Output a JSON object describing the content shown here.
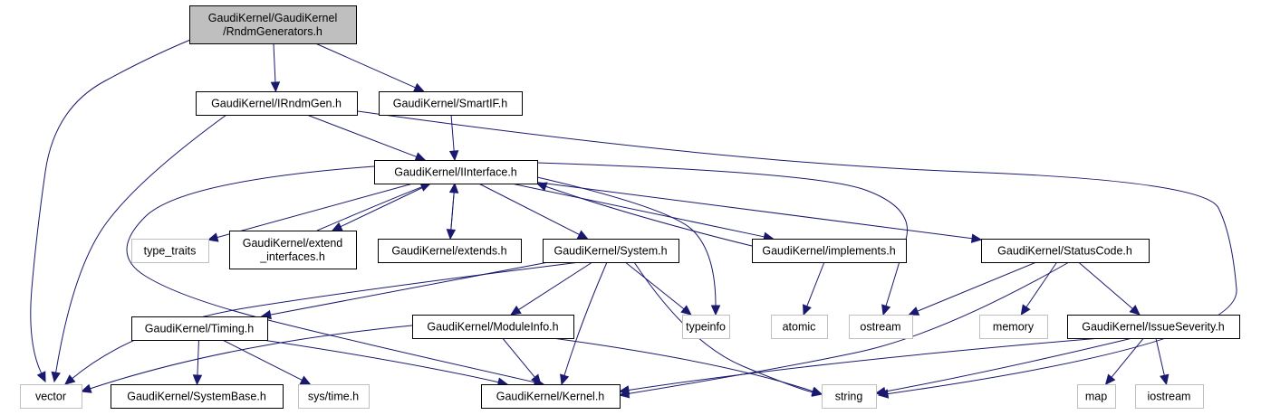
{
  "title": "Include dependency graph for GaudiKernel/GaudiKernel/RndmGenerators.h",
  "colors": {
    "edge": "#191970",
    "root_fill": "#bfbfbf",
    "local_border": "#000000",
    "system_border": "#bfbfbf"
  },
  "nodes": [
    {
      "id": "rndm",
      "kind": "root",
      "lines": [
        "GaudiKernel/GaudiKernel",
        "/RndmGenerators.h"
      ]
    },
    {
      "id": "irndmgen",
      "kind": "local",
      "lines": [
        "GaudiKernel/IRndmGen.h"
      ]
    },
    {
      "id": "smartif",
      "kind": "local",
      "lines": [
        "GaudiKernel/SmartIF.h"
      ]
    },
    {
      "id": "iinterface",
      "kind": "local",
      "lines": [
        "GaudiKernel/IInterface.h"
      ]
    },
    {
      "id": "type_traits",
      "kind": "system",
      "lines": [
        "type_traits"
      ]
    },
    {
      "id": "extend_interfaces",
      "kind": "local",
      "lines": [
        "GaudiKernel/extend",
        "_interfaces.h"
      ]
    },
    {
      "id": "extends",
      "kind": "local",
      "lines": [
        "GaudiKernel/extends.h"
      ]
    },
    {
      "id": "system",
      "kind": "local",
      "lines": [
        "GaudiKernel/System.h"
      ]
    },
    {
      "id": "implements",
      "kind": "local",
      "lines": [
        "GaudiKernel/implements.h"
      ]
    },
    {
      "id": "statuscode",
      "kind": "local",
      "lines": [
        "GaudiKernel/StatusCode.h"
      ]
    },
    {
      "id": "timing",
      "kind": "local",
      "lines": [
        "GaudiKernel/Timing.h"
      ]
    },
    {
      "id": "moduleinfo",
      "kind": "local",
      "lines": [
        "GaudiKernel/ModuleInfo.h"
      ]
    },
    {
      "id": "typeinfo",
      "kind": "system",
      "lines": [
        "typeinfo"
      ]
    },
    {
      "id": "atomic",
      "kind": "system",
      "lines": [
        "atomic"
      ]
    },
    {
      "id": "ostream",
      "kind": "system",
      "lines": [
        "ostream"
      ]
    },
    {
      "id": "memory",
      "kind": "system",
      "lines": [
        "memory"
      ]
    },
    {
      "id": "issueseverity",
      "kind": "local",
      "lines": [
        "GaudiKernel/IssueSeverity.h"
      ]
    },
    {
      "id": "vector",
      "kind": "system",
      "lines": [
        "vector"
      ]
    },
    {
      "id": "systembase",
      "kind": "local",
      "lines": [
        "GaudiKernel/SystemBase.h"
      ]
    },
    {
      "id": "systime",
      "kind": "system",
      "lines": [
        "sys/time.h"
      ]
    },
    {
      "id": "kernel",
      "kind": "local",
      "lines": [
        "GaudiKernel/Kernel.h"
      ]
    },
    {
      "id": "string",
      "kind": "system",
      "lines": [
        "string"
      ]
    },
    {
      "id": "map",
      "kind": "system",
      "lines": [
        "map"
      ]
    },
    {
      "id": "iostream",
      "kind": "system",
      "lines": [
        "iostream"
      ]
    }
  ],
  "edges": [
    {
      "from": "rndm",
      "to": "vector"
    },
    {
      "from": "rndm",
      "to": "irndmgen"
    },
    {
      "from": "rndm",
      "to": "smartif"
    },
    {
      "from": "irndmgen",
      "to": "iinterface"
    },
    {
      "from": "irndmgen",
      "to": "vector"
    },
    {
      "from": "irndmgen",
      "to": "string"
    },
    {
      "from": "smartif",
      "to": "iinterface"
    },
    {
      "from": "iinterface",
      "to": "type_traits"
    },
    {
      "from": "iinterface",
      "to": "extend_interfaces"
    },
    {
      "from": "iinterface",
      "to": "extends"
    },
    {
      "from": "iinterface",
      "to": "system"
    },
    {
      "from": "iinterface",
      "to": "implements"
    },
    {
      "from": "iinterface",
      "to": "statuscode"
    },
    {
      "from": "iinterface",
      "to": "typeinfo"
    },
    {
      "from": "iinterface",
      "to": "ostream"
    },
    {
      "from": "iinterface",
      "to": "kernel"
    },
    {
      "from": "extend_interfaces",
      "to": "iinterface"
    },
    {
      "from": "extends",
      "to": "iinterface"
    },
    {
      "from": "implements",
      "to": "iinterface"
    },
    {
      "from": "implements",
      "to": "atomic"
    },
    {
      "from": "system",
      "to": "timing"
    },
    {
      "from": "system",
      "to": "moduleinfo"
    },
    {
      "from": "system",
      "to": "typeinfo"
    },
    {
      "from": "system",
      "to": "vector"
    },
    {
      "from": "system",
      "to": "kernel"
    },
    {
      "from": "system",
      "to": "string"
    },
    {
      "from": "statuscode",
      "to": "ostream"
    },
    {
      "from": "statuscode",
      "to": "memory"
    },
    {
      "from": "statuscode",
      "to": "issueseverity"
    },
    {
      "from": "statuscode",
      "to": "kernel"
    },
    {
      "from": "timing",
      "to": "systembase"
    },
    {
      "from": "timing",
      "to": "systime"
    },
    {
      "from": "timing",
      "to": "kernel"
    },
    {
      "from": "moduleinfo",
      "to": "kernel"
    },
    {
      "from": "moduleinfo",
      "to": "string"
    },
    {
      "from": "moduleinfo",
      "to": "vector"
    },
    {
      "from": "issueseverity",
      "to": "kernel"
    },
    {
      "from": "issueseverity",
      "to": "string"
    },
    {
      "from": "issueseverity",
      "to": "map"
    },
    {
      "from": "issueseverity",
      "to": "iostream"
    }
  ]
}
